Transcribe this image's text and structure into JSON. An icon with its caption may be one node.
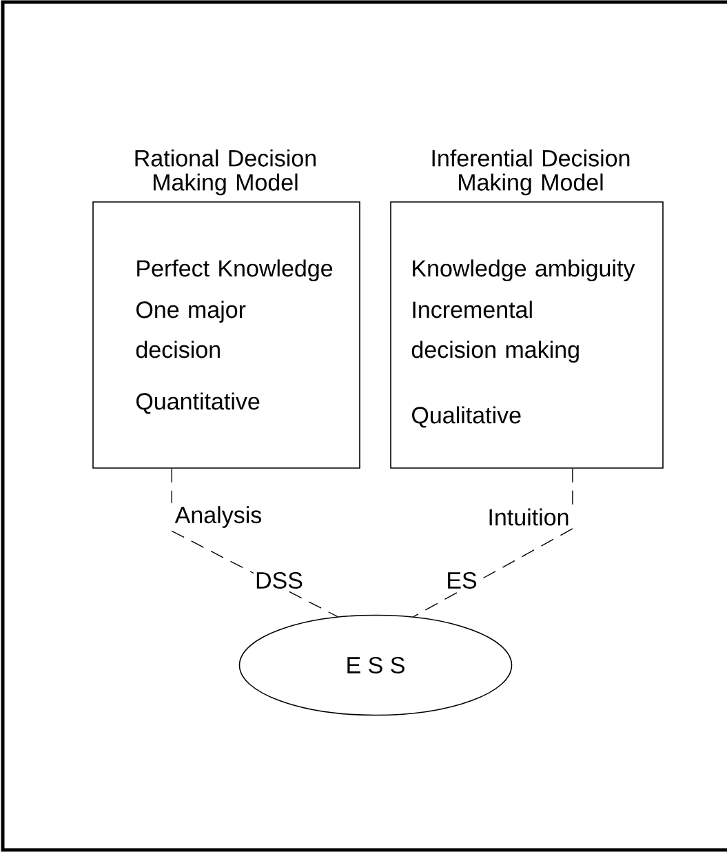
{
  "diagram": {
    "nodes": [
      {
        "text": [
          "Rational Decision Making Model",
          "Perfect Knowledge",
          "One major decision",
          "Quantitative"
        ]
      },
      {
        "text": [
          "Inferential Decision Making Model",
          "Knowledge ambiguity",
          "Incremental decision making",
          "Qualitative"
        ]
      },
      {
        "text": [
          "Analysis"
        ]
      },
      {
        "text": [
          "Intuition"
        ]
      },
      {
        "text": [
          "E S S"
        ]
      }
    ],
    "edges": [
      {
        "from": 0,
        "to": 2,
        "arrow": "none",
        "style": "dashed"
      },
      {
        "from": 2,
        "to": 4,
        "arrow": "none",
        "style": "dashed",
        "label": "DSS"
      },
      {
        "from": 1,
        "to": 3,
        "arrow": "none",
        "style": "dashed"
      },
      {
        "from": 3,
        "to": 4,
        "arrow": "none",
        "style": "dashed",
        "label": "ES"
      }
    ]
  }
}
